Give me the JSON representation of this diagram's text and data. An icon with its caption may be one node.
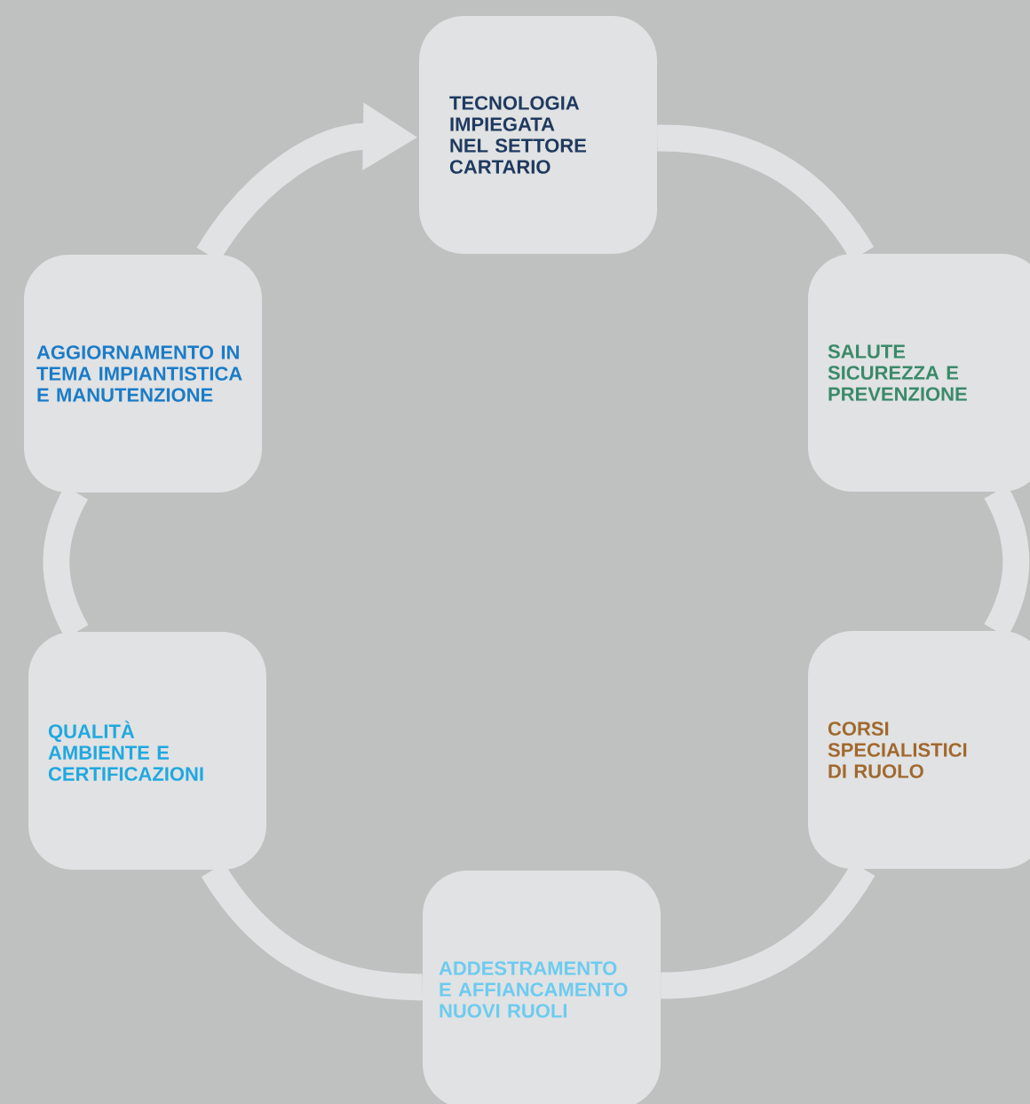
{
  "diagram": {
    "nodes": [
      {
        "text": [
          "TECNOLOGIA IMPIEGATA NEL SETTORE CARTARIO"
        ]
      },
      {
        "text": [
          "SALUTE SICUREZZA E PREVENZIONE"
        ]
      },
      {
        "text": [
          "CORSI SPECIALISTICI DI RUOLO"
        ]
      },
      {
        "text": [
          "ADDESTRAMENTO E AFFIANCAMENTO NUOVI RUOLI"
        ]
      },
      {
        "text": [
          "QUALITÀ AMBIENTE E CERTIFICAZIONI"
        ]
      },
      {
        "text": [
          "AGGIORNAMENTO IN TEMA IMPIANTISTICA E MANUTENZIONE"
        ]
      }
    ],
    "edges": [
      {
        "from": 0,
        "to": 1,
        "arrow": "none"
      },
      {
        "from": 1,
        "to": 2,
        "arrow": "none"
      },
      {
        "from": 2,
        "to": 3,
        "arrow": "none"
      },
      {
        "from": 3,
        "to": 4,
        "arrow": "none"
      },
      {
        "from": 4,
        "to": 5,
        "arrow": "none"
      },
      {
        "from": 5,
        "to": 0,
        "arrow": "to"
      }
    ]
  }
}
